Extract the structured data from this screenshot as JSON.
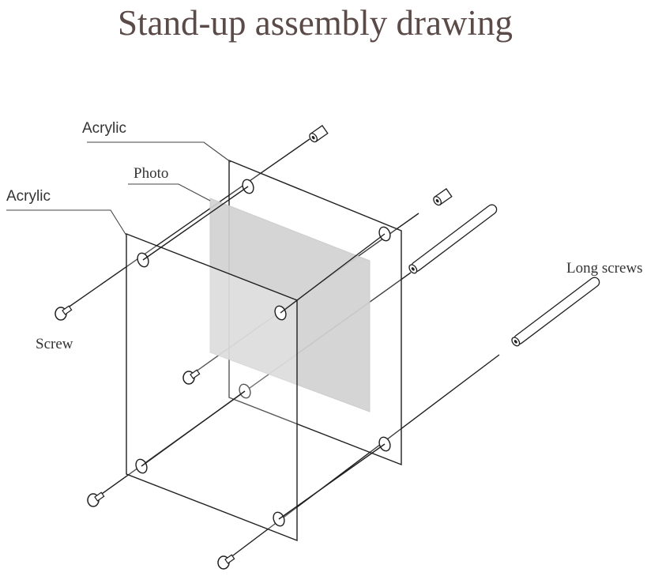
{
  "title": "Stand-up assembly drawing",
  "labels": {
    "acrylic_back": "Acrylic",
    "photo": "Photo",
    "acrylic_front": "Acrylic",
    "screw": "Screw",
    "long_screws": "Long screws"
  },
  "colors": {
    "title": "#5a4a48",
    "photo_fill": "#d2d2d2",
    "line": "#1f1f1f",
    "background": "#ffffff"
  }
}
